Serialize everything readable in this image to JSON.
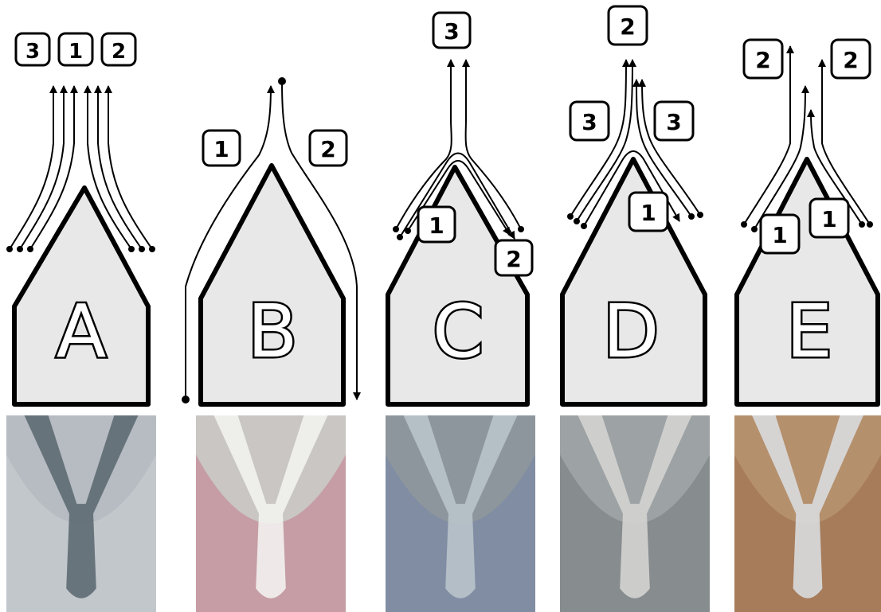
{
  "panels": [
    {
      "letter": "A",
      "badges": [
        "3",
        "1",
        "2"
      ],
      "photo": {
        "bg": "#b6bcc2",
        "accent": "#5e6a73",
        "tint": "#d9dde0"
      }
    },
    {
      "letter": "B",
      "badges": [
        "1",
        "2"
      ],
      "photo": {
        "bg": "#c9c6c3",
        "accent": "#f2f2f0",
        "tint": "#c0506a"
      }
    },
    {
      "letter": "C",
      "badges": [
        "3",
        "1",
        "2"
      ],
      "photo": {
        "bg": "#8e969d",
        "accent": "#b9c3cb",
        "tint": "#6b7fb0"
      }
    },
    {
      "letter": "D",
      "badges": [
        "2",
        "3",
        "3",
        "1"
      ],
      "photo": {
        "bg": "#9da2a4",
        "accent": "#d4d4d2",
        "tint": "#5f6366"
      }
    },
    {
      "letter": "E",
      "badges": [
        "2",
        "2",
        "1",
        "1"
      ],
      "photo": {
        "bg": "#b5906d",
        "accent": "#d9dcde",
        "tint": "#8c5a3a"
      }
    }
  ],
  "colors": {
    "body_fill": "#e8e8e8",
    "stroke": "#000000",
    "letter_fill": "#ffffff"
  }
}
